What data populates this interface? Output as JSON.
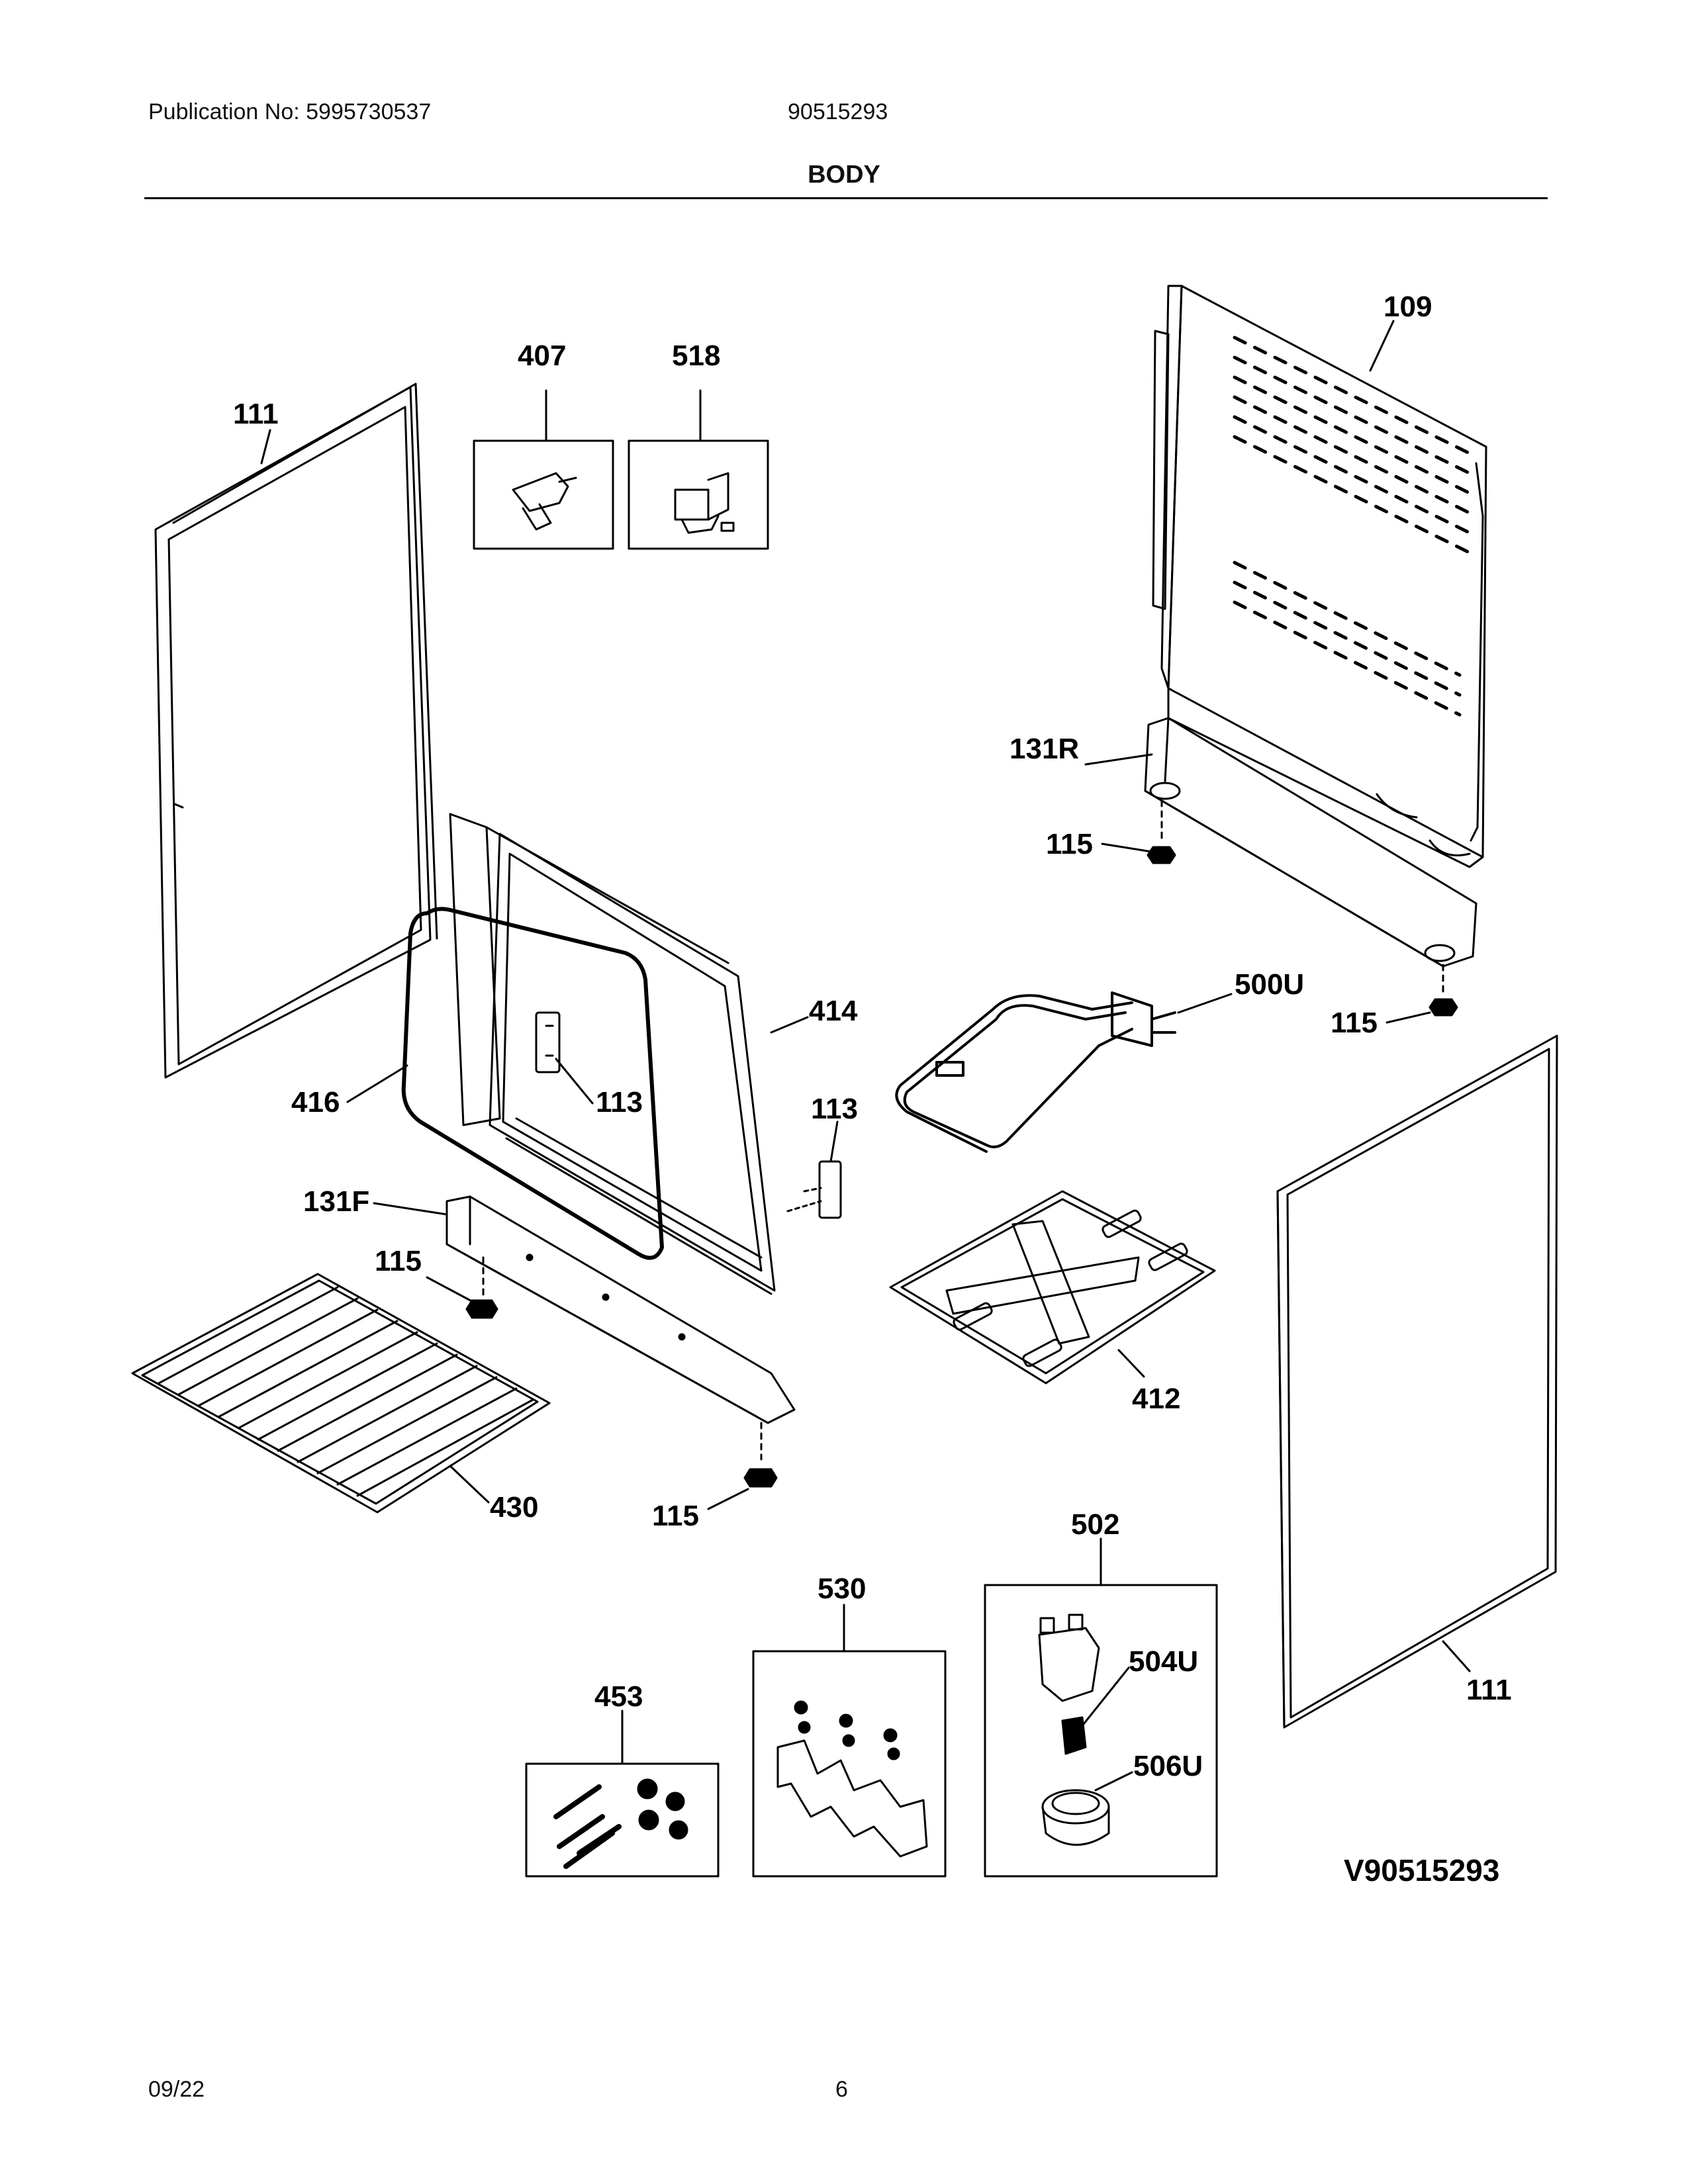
{
  "header": {
    "publication": "Publication No: 5995730537",
    "model": "90515293",
    "title": "BODY"
  },
  "footer": {
    "date": "09/22",
    "page": "6"
  },
  "diagram": {
    "reference": "V90515293",
    "callouts": {
      "p109": "109",
      "p111_left": "111",
      "p111_right": "111",
      "p113_a": "113",
      "p113_b": "113",
      "p115_a": "115",
      "p115_b": "115",
      "p115_c": "115",
      "p115_d": "115",
      "p131F": "131F",
      "p131R": "131R",
      "p407": "407",
      "p412": "412",
      "p414": "414",
      "p416": "416",
      "p430": "430",
      "p453": "453",
      "p500U": "500U",
      "p502": "502",
      "p504U": "504U",
      "p506U": "506U",
      "p518": "518",
      "p530": "530"
    }
  }
}
